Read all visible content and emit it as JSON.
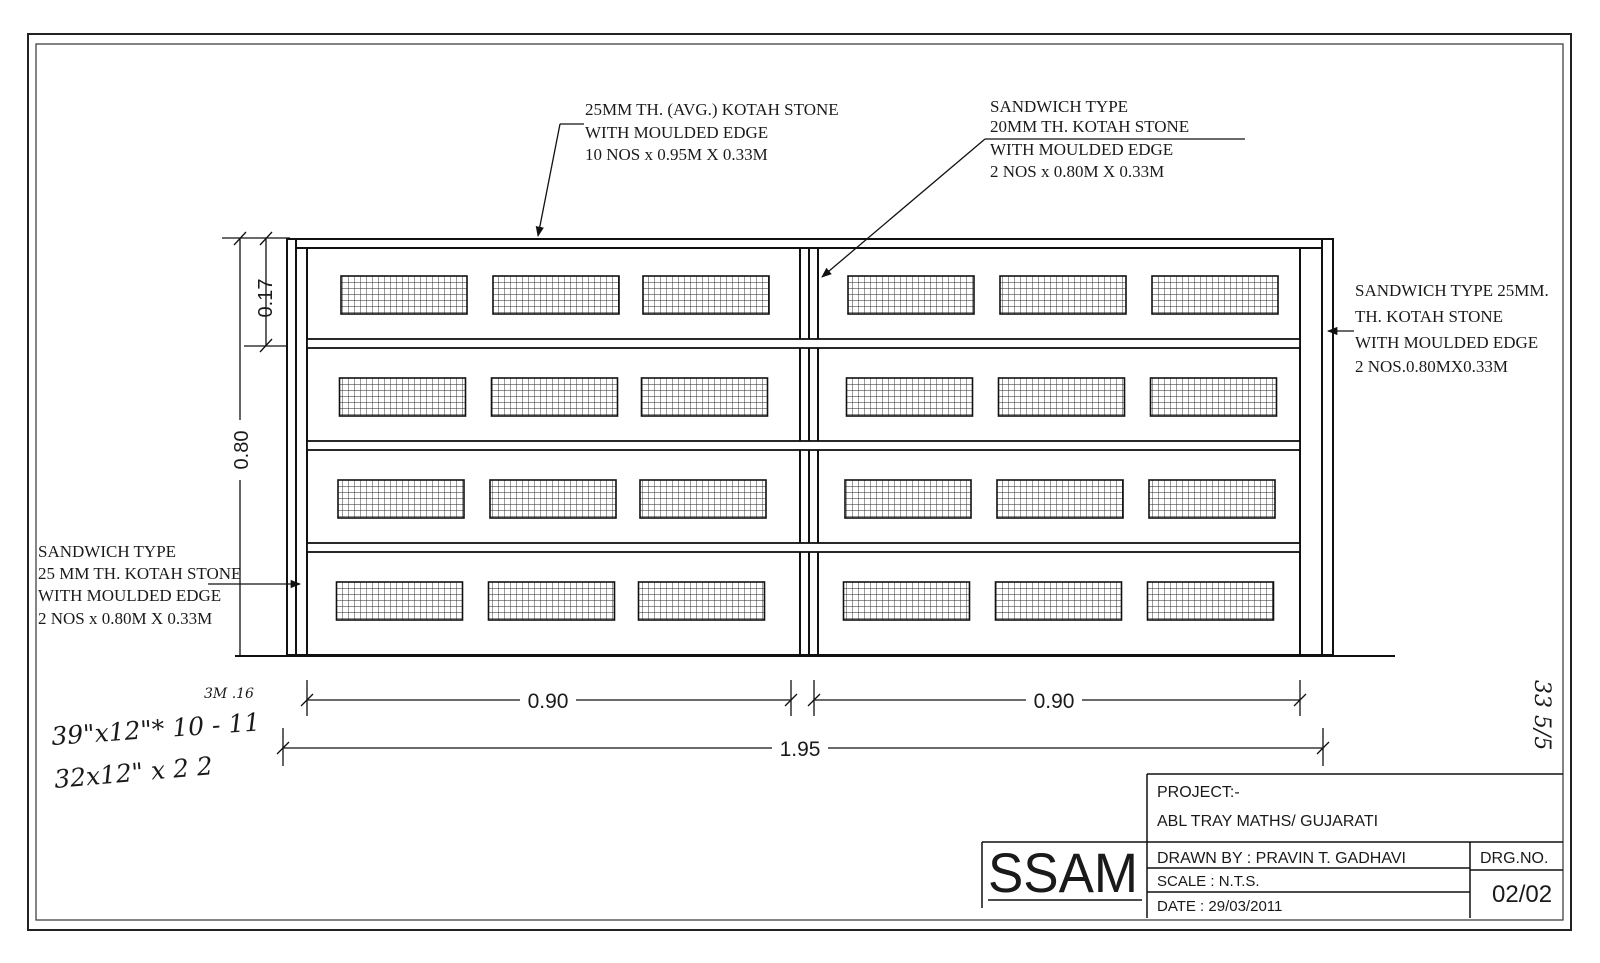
{
  "callouts": {
    "top_left": [
      "25MM TH. (AVG.) KOTAH STONE",
      "WITH MOULDED EDGE",
      "10 NOS x 0.95M X 0.33M"
    ],
    "top_right": [
      "SANDWICH TYPE",
      "20MM TH. KOTAH STONE",
      "WITH MOULDED EDGE",
      "2 NOS x 0.80M X 0.33M"
    ],
    "right": [
      "SANDWICH TYPE 25MM.",
      "TH. KOTAH STONE",
      "WITH MOULDED EDGE",
      "2 NOS.0.80MX0.33M"
    ],
    "left": [
      "SANDWICH TYPE",
      "25 MM TH. KOTAH STONE",
      "WITH MOULDED EDGE",
      "2 NOS x 0.80M X 0.33M"
    ]
  },
  "dimensions": {
    "shelf_height": "0.17",
    "total_height": "0.80",
    "left_width": "0.90",
    "right_width": "0.90",
    "total_width": "1.95"
  },
  "handwritten": {
    "line1": "39\"x12\"* 10 - 11",
    "line2": "32x12\" x 2  2",
    "small_note": "3M .16",
    "margin_note": "33 5/5"
  },
  "title_block": {
    "logo": "SSAM",
    "project_label": "PROJECT:-",
    "project_name": "ABL  TRAY  MATHS/  GUJARATI",
    "drawn_by": "DRAWN BY : PRAVIN  T. GADHAVI",
    "drg_no_label": "DRG.NO.",
    "scale": "SCALE : N.T.S.",
    "date": "DATE : 29/03/2011",
    "drg_no": "02/02"
  }
}
